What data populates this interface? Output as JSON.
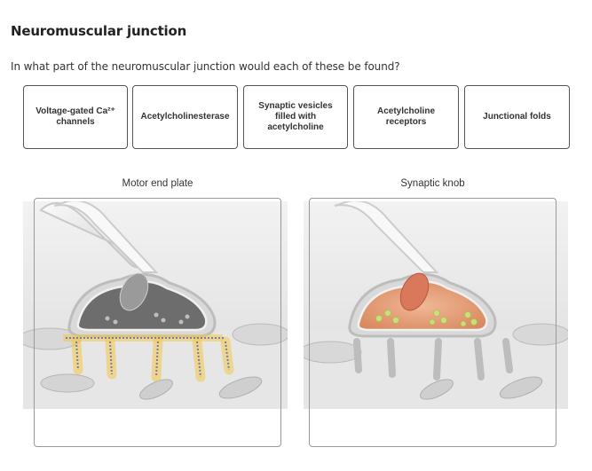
{
  "header": {
    "title": "Neuromuscular junction",
    "question": "In what part of the neuromuscular junction would each of these be found?"
  },
  "cards": [
    {
      "line1": "Voltage-gated Ca²⁺",
      "line2": "channels",
      "line3": ""
    },
    {
      "line1": "Acetylcholinesterase",
      "line2": "",
      "line3": ""
    },
    {
      "line1": "Synaptic vesicles",
      "line2": "filled with",
      "line3": "acetylcholine"
    },
    {
      "line1": "Acetylcholine",
      "line2": "receptors",
      "line3": ""
    },
    {
      "line1": "Junctional folds",
      "line2": "",
      "line3": ""
    }
  ],
  "zones": [
    {
      "label": "Motor end plate",
      "highlight": "junctional-folds",
      "highlight_color": "#f3c84b"
    },
    {
      "label": "Synaptic knob",
      "highlight": "axon-terminal",
      "highlight_color": "#e8946a"
    }
  ],
  "colors": {
    "card_border": "#555555",
    "zone_border": "#999999",
    "vesicle_green": "#c9e07a"
  }
}
